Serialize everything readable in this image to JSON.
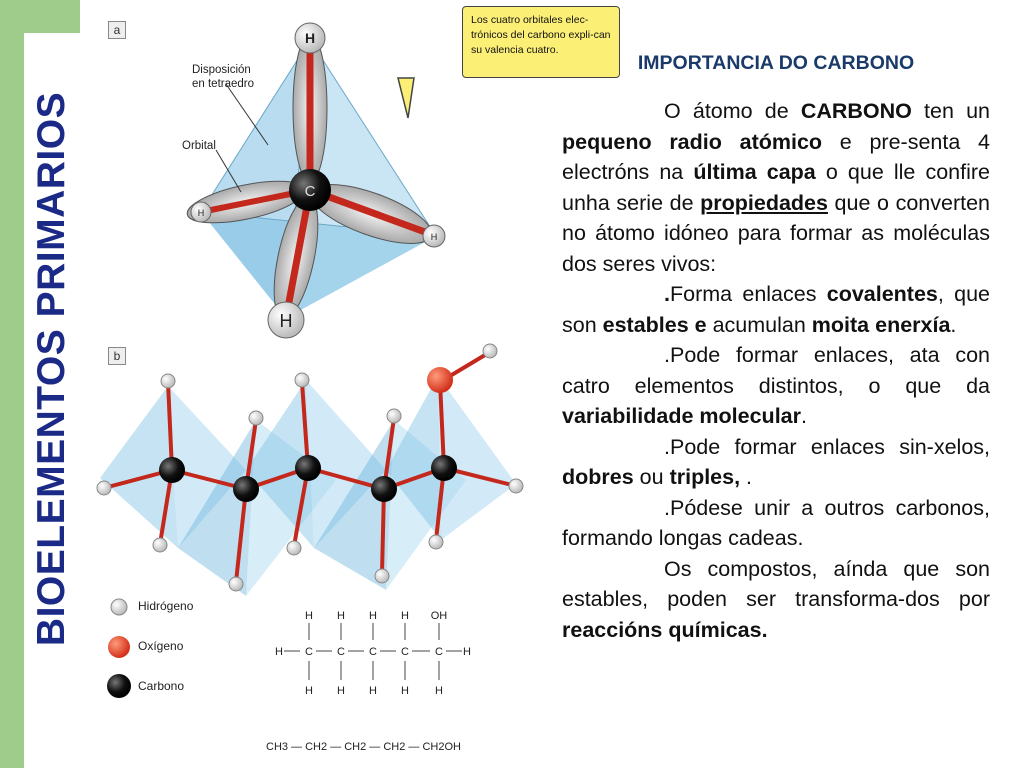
{
  "side_title": "BIOELEMENTOS PRIMARIOS",
  "heading": "IMPORTANCIA DO CARBONO",
  "figure": {
    "panel_a": "a",
    "panel_b": "b",
    "bubble": "Los cuatro orbitales elec-trónicos del carbono expli-can su valencia cuatro.",
    "label_tetra_1": "Disposición",
    "label_tetra_2": "en tetraedro",
    "label_orbital": "Orbital",
    "atom_C": "C",
    "atom_H": "H",
    "legend": [
      "Hidrógeno",
      "Oxígeno",
      "Carbono"
    ],
    "structural_top": [
      "H",
      "H",
      "H",
      "H",
      "OH"
    ],
    "structural_mid": [
      "H",
      "C",
      "C",
      "C",
      "C",
      "C",
      "H"
    ],
    "structural_bot": [
      "H",
      "H",
      "H",
      "H",
      "H"
    ],
    "condensed": "CH3 — CH2 — CH2 — CH2 — CH2OH"
  },
  "paragraphs": {
    "p1": {
      "t1": "O átomo de ",
      "b1": "CARBONO",
      "t2": " ten un  ",
      "b2": "pequeno radio atómico",
      "t3": " e pre-senta 4 electróns na ",
      "b3": "última capa",
      "t4": " o que lle confire  unha serie de ",
      "b4": "propiedades",
      "t5": " que o converten no átomo idóneo para formar as moléculas dos seres vivos:"
    },
    "p2": {
      "b1": ".",
      "t1": "Forma enlaces ",
      "b2": "covalentes",
      "t2": ", que son  ",
      "b3": "estables e",
      "t3": " acumulan ",
      "b4": "moita enerxía",
      "t4": "."
    },
    "p3": {
      "t1": ".Pode formar enlaces, ata con catro elementos distintos, o que da ",
      "b1": "variabilidade  molecular",
      "t2": "."
    },
    "p4": {
      "t1": ".Pode  formar enlaces sin-xelos, ",
      "b1": "dobres",
      "t2": " ou ",
      "b2": "triples,",
      "t3": " ."
    },
    "p5": {
      "t1": ".Pódese unir a outros carbonos, formando longas cadeas."
    },
    "p6": {
      "t1": "Os compostos, aínda que son estables, poden ser transforma-dos por ",
      "b1": "reaccións químicas."
    }
  }
}
